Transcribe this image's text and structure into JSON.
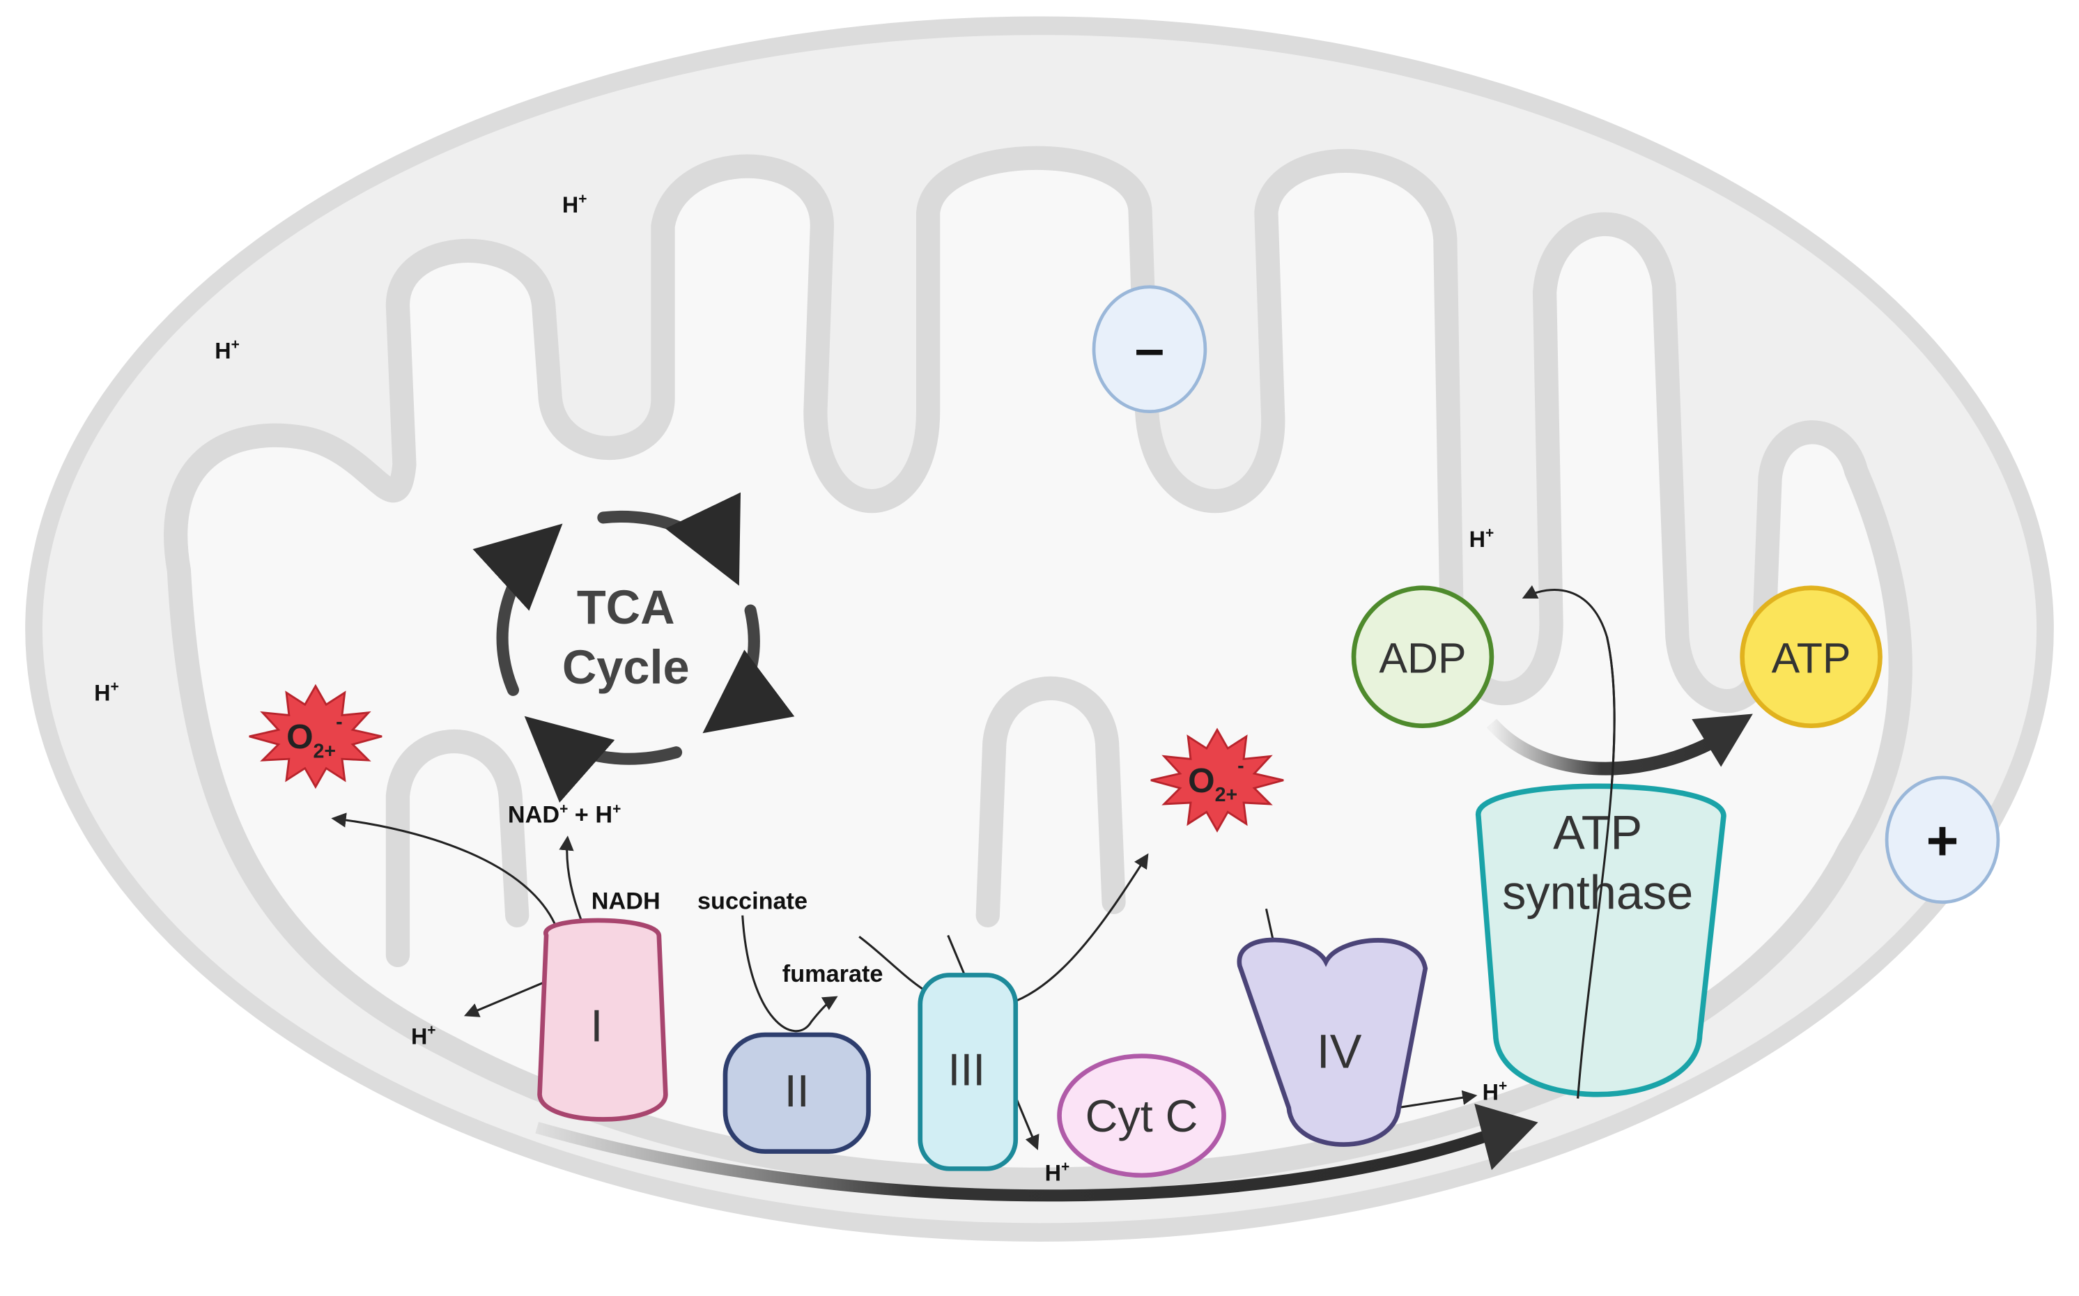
{
  "labels": {
    "tca_line1": "TCA",
    "tca_line2": "Cycle",
    "nad": "NAD",
    "nad_sup": "+",
    "nad_tail": " + H",
    "nad_tail_sup": "+",
    "nadh": "NADH",
    "succinate": "succinate",
    "fumarate": "fumarate",
    "h": "H",
    "h_sup": "+",
    "o2": "O",
    "o2_sub": "2+",
    "o2_sup": "-",
    "complex_1": "I",
    "complex_2": "II",
    "complex_3": "III",
    "complex_4": "IV",
    "cyt_c": "Cyt C",
    "atp_synthase_line1": "ATP",
    "atp_synthase_line2": "synthase",
    "adp": "ADP",
    "atp": "ATP",
    "minus": "–",
    "plus": "+"
  },
  "colors": {
    "outer_membrane": "#dcdcdc",
    "intermembrane": "#efefef",
    "matrix": "#f9f9f9",
    "arrow": "#333333",
    "ros": "#e8424a",
    "complex_1": "#f7d6e2",
    "complex_1_stroke": "#a8456e",
    "complex_2": "#c5d0e6",
    "complex_2_stroke": "#2e3e6e",
    "complex_3": "#d2eef4",
    "complex_3_stroke": "#1d8a9a",
    "cyt_c": "#fbe3f6",
    "cyt_c_stroke": "#b05aa8",
    "complex_4": "#d8d4ef",
    "complex_4_stroke": "#4b4478",
    "atp_synthase": "#d9f0ec",
    "atp_synthase_stroke": "#1aa3a8",
    "adp": "#e8f3dc",
    "adp_stroke": "#4e8a2c",
    "atp": "#fbe45a",
    "atp_stroke": "#e1b21e",
    "charge_fill": "#e8f0fa",
    "charge_stroke": "#9ab7d9"
  },
  "icons": [
    "tca-cycle-arrows-icon",
    "ros-star-icon",
    "minus-charge-icon",
    "plus-charge-icon"
  ]
}
